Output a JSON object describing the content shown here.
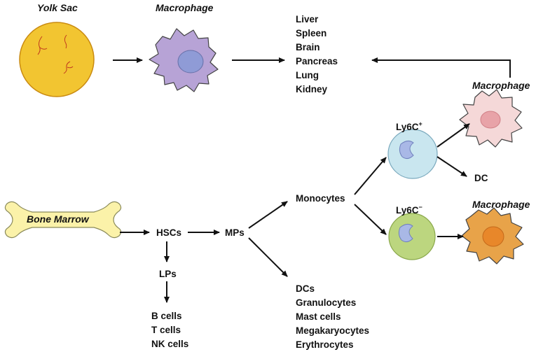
{
  "labels": {
    "yolk_sac": "Yolk Sac",
    "macrophage_top": "Macrophage",
    "macrophage_right_top": "Macrophage",
    "macrophage_right_bottom": "Macrophage",
    "bone_marrow": "Bone Marrow",
    "hscs": "HSCs",
    "mps": "MPs",
    "lps": "LPs",
    "monocytes": "Monocytes",
    "ly6c_pos_base": "Ly6C",
    "ly6c_pos_sup": "+",
    "ly6c_neg_base": "Ly6C",
    "ly6c_neg_sup": "−",
    "dc": "DC"
  },
  "organs": [
    "Liver",
    "Spleen",
    "Brain",
    "Pancreas",
    "Lung",
    "Kidney"
  ],
  "lymphocytes": [
    "B cells",
    "T cells",
    "NK cells"
  ],
  "mp_products": [
    "DCs",
    "Granulocytes",
    "Mast cells",
    "Megakaryocytes",
    "Erythrocytes"
  ],
  "colors": {
    "yolk_sac": "#f2c531",
    "yolk_sac_stroke": "#c98a10",
    "yolk_vessels": "#c0391f",
    "macrophage_purple": "#b7a3d6",
    "macrophage_purple_nucleus": "#8f9bd6",
    "macrophage_pink": "#f5d8d8",
    "macrophage_pink_nucleus": "#e8a3a8",
    "macrophage_orange": "#e8a349",
    "macrophage_orange_nucleus": "#e8872a",
    "ly6c_pos_cell": "#c9e6ef",
    "ly6c_neg_cell": "#bcd67f",
    "bone": "#fbf2a9",
    "arrow": "#111111"
  }
}
